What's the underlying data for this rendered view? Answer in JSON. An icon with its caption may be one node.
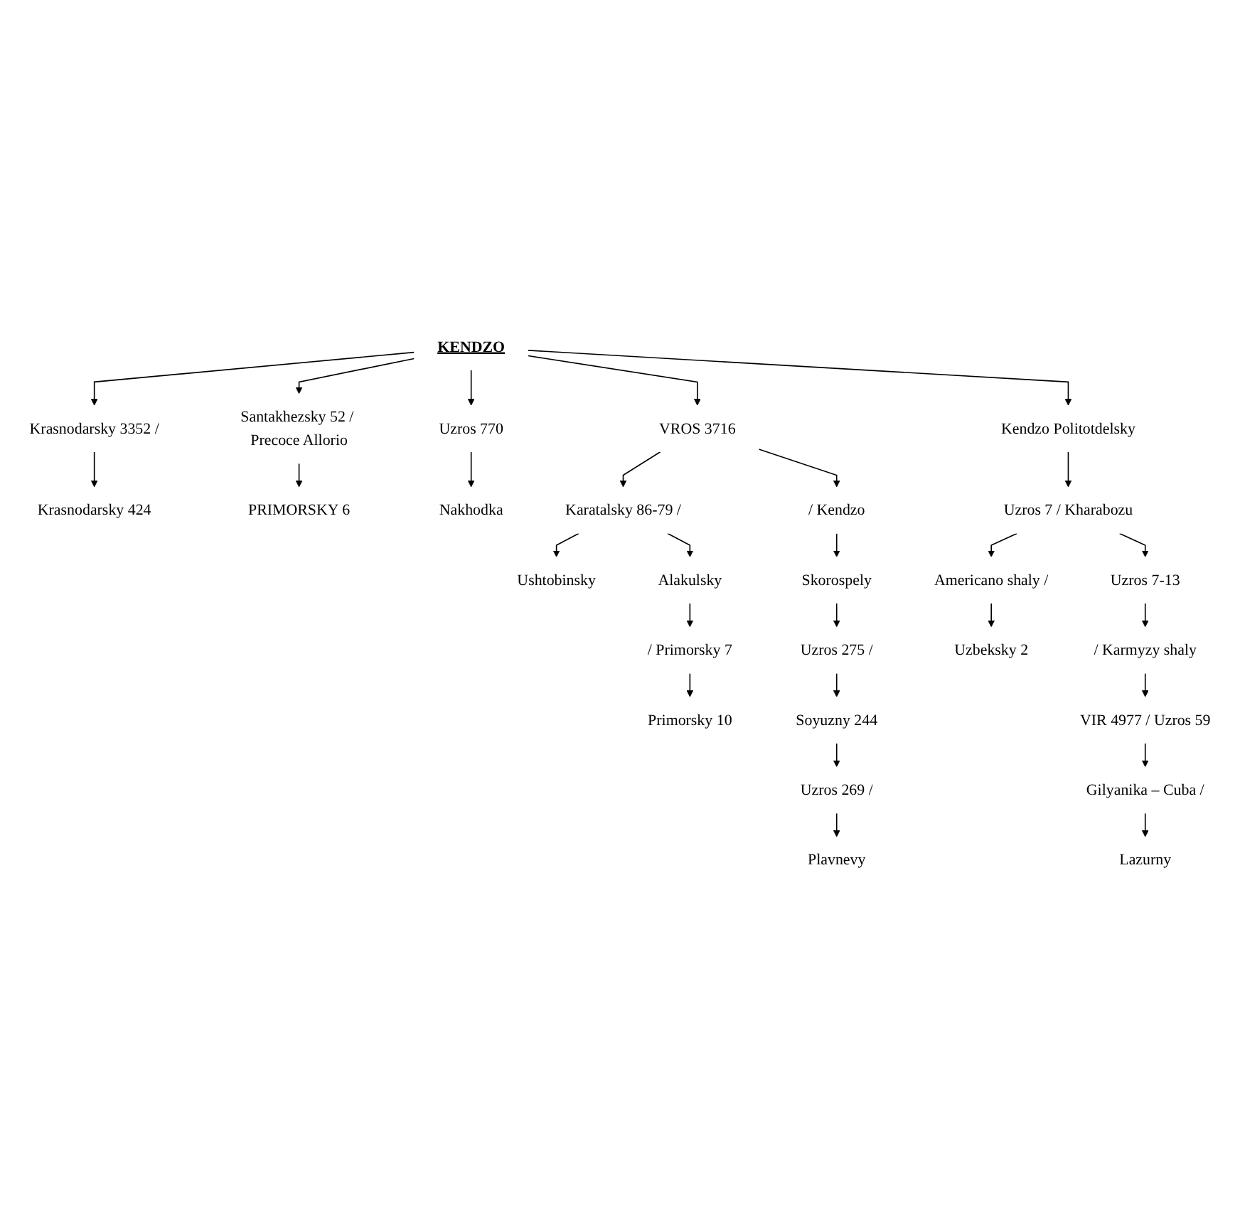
{
  "diagram": {
    "nodes": [
      {
        "text": [
          "Krasnodarsky 424"
        ]
      },
      {
        "text": [
          "PRIMORSKY 6"
        ]
      },
      {
        "text": [
          "Krasnodarsky 3352 /"
        ]
      },
      {
        "text": [
          "Santakhezsky 52 / Precoce Allorio"
        ]
      },
      {
        "text": [
          "KENDZO"
        ]
      },
      {
        "text": [
          "Uzros 770"
        ]
      },
      {
        "text": [
          "Kendzo Politotdelsky"
        ]
      },
      {
        "text": [
          "VROS 3716"
        ]
      },
      {
        "text": [
          "Nakhodka"
        ]
      },
      {
        "text": [
          "Uzros 7 / Kharabozu"
        ]
      },
      {
        "text": [
          "Karatalsky 86-79 /"
        ]
      },
      {
        "text": [
          "Americano shaly /"
        ]
      },
      {
        "text": [
          "Uzbeksky 2"
        ]
      },
      {
        "text": [
          "Uzros 7-13"
        ]
      },
      {
        "text": [
          "Ushtobinsky"
        ]
      },
      {
        "text": [
          "/ Kendzo"
        ]
      },
      {
        "text": [
          "Alakulsky"
        ]
      },
      {
        "text": [
          "Skorospely"
        ]
      },
      {
        "text": [
          "Uzros 275 /"
        ]
      },
      {
        "text": [
          "/ Karmyzy shaly"
        ]
      },
      {
        "text": [
          "/ Primorsky 7"
        ]
      },
      {
        "text": [
          "Soyuzny 244"
        ]
      },
      {
        "text": [
          "VIR 4977 / Uzros 59"
        ]
      },
      {
        "text": [
          "Primorsky 10"
        ]
      },
      {
        "text": [
          "Uzros 269 /"
        ]
      },
      {
        "text": [
          "Gilyanika – Cuba /"
        ]
      },
      {
        "text": [
          "Plavnevy"
        ]
      },
      {
        "text": [
          "Lazurny"
        ]
      }
    ],
    "edges": [
      {
        "from": 4,
        "to": 2,
        "arrow": "to"
      },
      {
        "from": 2,
        "to": 0,
        "arrow": "to"
      },
      {
        "from": 4,
        "to": 3,
        "arrow": "to"
      },
      {
        "from": 3,
        "to": 1,
        "arrow": "to"
      },
      {
        "from": 4,
        "to": 5,
        "arrow": "to"
      },
      {
        "from": 4,
        "to": 7,
        "arrow": "to"
      },
      {
        "from": 4,
        "to": 6,
        "arrow": "to"
      },
      {
        "from": 5,
        "to": 8,
        "arrow": "to"
      },
      {
        "from": 6,
        "to": 9,
        "arrow": "to"
      },
      {
        "from": 7,
        "to": 10,
        "arrow": "to"
      },
      {
        "from": 7,
        "to": 15,
        "arrow": "to"
      },
      {
        "from": 9,
        "to": 11,
        "arrow": "to"
      },
      {
        "from": 9,
        "to": 13,
        "arrow": "to"
      },
      {
        "from": 11,
        "to": 12,
        "arrow": "to"
      },
      {
        "from": 10,
        "to": 14,
        "arrow": "to"
      },
      {
        "from": 10,
        "to": 16,
        "arrow": "to"
      },
      {
        "from": 15,
        "to": 17,
        "arrow": "to"
      },
      {
        "from": 13,
        "to": 19,
        "arrow": "to"
      },
      {
        "from": 16,
        "to": 20,
        "arrow": "to"
      },
      {
        "from": 17,
        "to": 18,
        "arrow": "to"
      },
      {
        "from": 18,
        "to": 21,
        "arrow": "to"
      },
      {
        "from": 19,
        "to": 22,
        "arrow": "to"
      },
      {
        "from": 20,
        "to": 23,
        "arrow": "to"
      },
      {
        "from": 21,
        "to": 24,
        "arrow": "to"
      },
      {
        "from": 22,
        "to": 25,
        "arrow": "to"
      },
      {
        "from": 24,
        "to": 26,
        "arrow": "to"
      },
      {
        "from": 25,
        "to": 27,
        "arrow": "to"
      }
    ]
  }
}
